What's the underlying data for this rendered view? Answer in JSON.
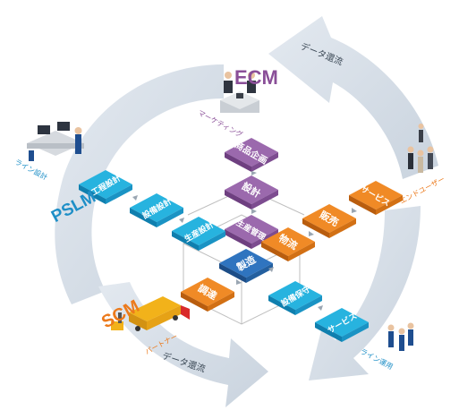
{
  "brand": {
    "ecm": "ECM",
    "pslm": "PSLM",
    "scm": "SCM"
  },
  "roles": {
    "marketing": "マーケティング",
    "line_design": "ライン設計",
    "end_user": "エンドユーザー",
    "partner": "パートナー",
    "line_operation": "ライン運用"
  },
  "data_return_top": "データ還流",
  "data_return_bottom": "データ還流",
  "tiles": {
    "product_plan": "商品企画",
    "design": "設計",
    "process_design": "工程設計",
    "equipment_design": "設備設計",
    "production_design": "生産設計",
    "production_management": "生産管理",
    "manufacturing": "製造",
    "logistics": "物流",
    "sales": "販売",
    "service_top": "サービス",
    "procurement": "調達",
    "equipment_maintenance": "設備保守",
    "service_bottom": "サービス"
  },
  "colors": {
    "cycle_arrow": "#d3dce6",
    "cycle_arrow_dark": "#b9c5d2",
    "purple": "#8c5a9e",
    "orange": "#ee7d1e",
    "cyan": "#19a9d6",
    "ecm_text": "#8a4f98",
    "pslm_text": "#1e8fc7",
    "scm_text": "#ec7a1c"
  }
}
